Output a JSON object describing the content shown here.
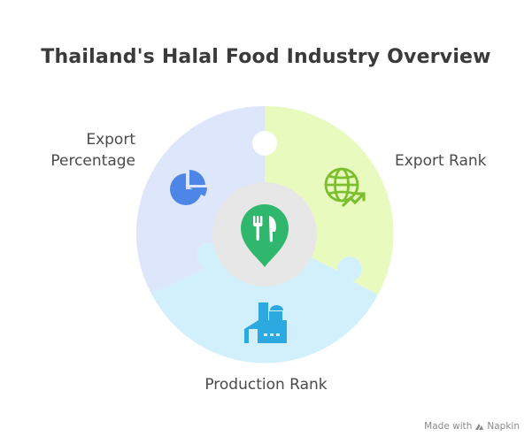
{
  "title": "Thailand's Halal Food Industry Overview",
  "segments": [
    {
      "label_line1": "Export",
      "label_line2": "Percentage",
      "icon": "pie-chart-icon",
      "fill": "#dde6fa",
      "icon_color": "#4d86e6"
    },
    {
      "label": "Export Rank",
      "icon": "globe-growth-icon",
      "fill": "#e9fabf",
      "icon_color": "#7cbf2e"
    },
    {
      "label": "Production Rank",
      "icon": "factory-icon",
      "fill": "#d2f0fc",
      "icon_color": "#2ba9e0"
    }
  ],
  "center": {
    "icon": "food-location-pin-icon",
    "fill": "#e7e7e7",
    "icon_color": "#2fb86d"
  },
  "credit": {
    "prefix": "Made with",
    "brand": "Napkin"
  }
}
